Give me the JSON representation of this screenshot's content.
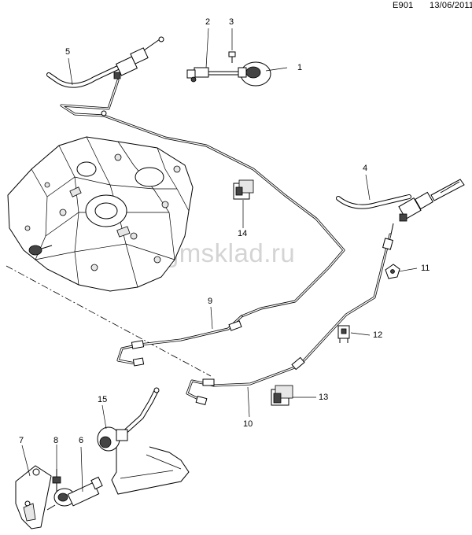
{
  "header": {
    "code": "E901",
    "date": "13/06/2011"
  },
  "watermark": "www.gmsklad.ru",
  "callouts": [
    {
      "id": "c1",
      "label": "1"
    },
    {
      "id": "c2",
      "label": "2"
    },
    {
      "id": "c3",
      "label": "3"
    },
    {
      "id": "c4",
      "label": "4"
    },
    {
      "id": "c5",
      "label": "5"
    },
    {
      "id": "c6",
      "label": "6"
    },
    {
      "id": "c7",
      "label": "7"
    },
    {
      "id": "c8",
      "label": "8"
    },
    {
      "id": "c9",
      "label": "9"
    },
    {
      "id": "c10",
      "label": "10"
    },
    {
      "id": "c11",
      "label": "11"
    },
    {
      "id": "c12",
      "label": "12"
    },
    {
      "id": "c13",
      "label": "13"
    },
    {
      "id": "c14",
      "label": "14"
    },
    {
      "id": "c15",
      "label": "15"
    }
  ]
}
